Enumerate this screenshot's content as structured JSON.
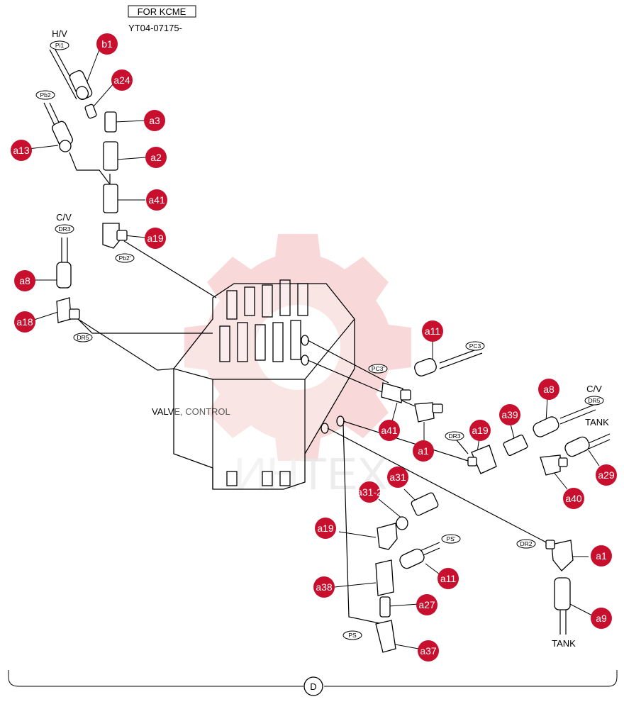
{
  "header": {
    "boxed_label": "FOR KCME",
    "serial": "YT04-07175-"
  },
  "labels": {
    "hv": "H/V",
    "cv_left": "C/V",
    "cv_right": "C/V",
    "tank_right": "TANK",
    "tank_bottom": "TANK",
    "valve": "VALVE, CONTROL",
    "section": "D"
  },
  "watermark": {
    "text": "ИНТЕХ"
  },
  "ports": [
    {
      "id": "pi1",
      "text": "Pi1"
    },
    {
      "id": "pb2",
      "text": "Pb2"
    },
    {
      "id": "pb2p",
      "text": "Pb2'"
    },
    {
      "id": "dr3_left",
      "text": "DR3"
    },
    {
      "id": "dr5_left",
      "text": "DR5"
    },
    {
      "id": "pc3",
      "text": "PC3"
    },
    {
      "id": "pc3p",
      "text": "PC3'"
    },
    {
      "id": "dr3_right",
      "text": "DR3"
    },
    {
      "id": "dr5_right",
      "text": "DR5"
    },
    {
      "id": "ps_p",
      "text": "PS'"
    },
    {
      "id": "dr2",
      "text": "DR2"
    },
    {
      "id": "ps",
      "text": "PS"
    }
  ],
  "callouts": [
    {
      "id": "b1",
      "text": "b1"
    },
    {
      "id": "a24",
      "text": "a24"
    },
    {
      "id": "a3",
      "text": "a3"
    },
    {
      "id": "a13",
      "text": "a13"
    },
    {
      "id": "a2",
      "text": "a2"
    },
    {
      "id": "a41_top",
      "text": "a41"
    },
    {
      "id": "a19_top",
      "text": "a19"
    },
    {
      "id": "a8_left",
      "text": "a8"
    },
    {
      "id": "a18",
      "text": "a18"
    },
    {
      "id": "a11_top",
      "text": "a11"
    },
    {
      "id": "a8_right",
      "text": "a8"
    },
    {
      "id": "a41_mid",
      "text": "a41"
    },
    {
      "id": "a1_mid",
      "text": "a1"
    },
    {
      "id": "a19_mid",
      "text": "a19"
    },
    {
      "id": "a39",
      "text": "a39"
    },
    {
      "id": "a40",
      "text": "a40"
    },
    {
      "id": "a29",
      "text": "a29"
    },
    {
      "id": "a31",
      "text": "a31"
    },
    {
      "id": "a31_2",
      "text": "a31-2"
    },
    {
      "id": "a19_bot",
      "text": "a19"
    },
    {
      "id": "a11_bot",
      "text": "a11"
    },
    {
      "id": "a1_bot",
      "text": "a1"
    },
    {
      "id": "a38",
      "text": "a38"
    },
    {
      "id": "a27",
      "text": "a27"
    },
    {
      "id": "a9",
      "text": "a9"
    },
    {
      "id": "a37",
      "text": "a37"
    }
  ]
}
